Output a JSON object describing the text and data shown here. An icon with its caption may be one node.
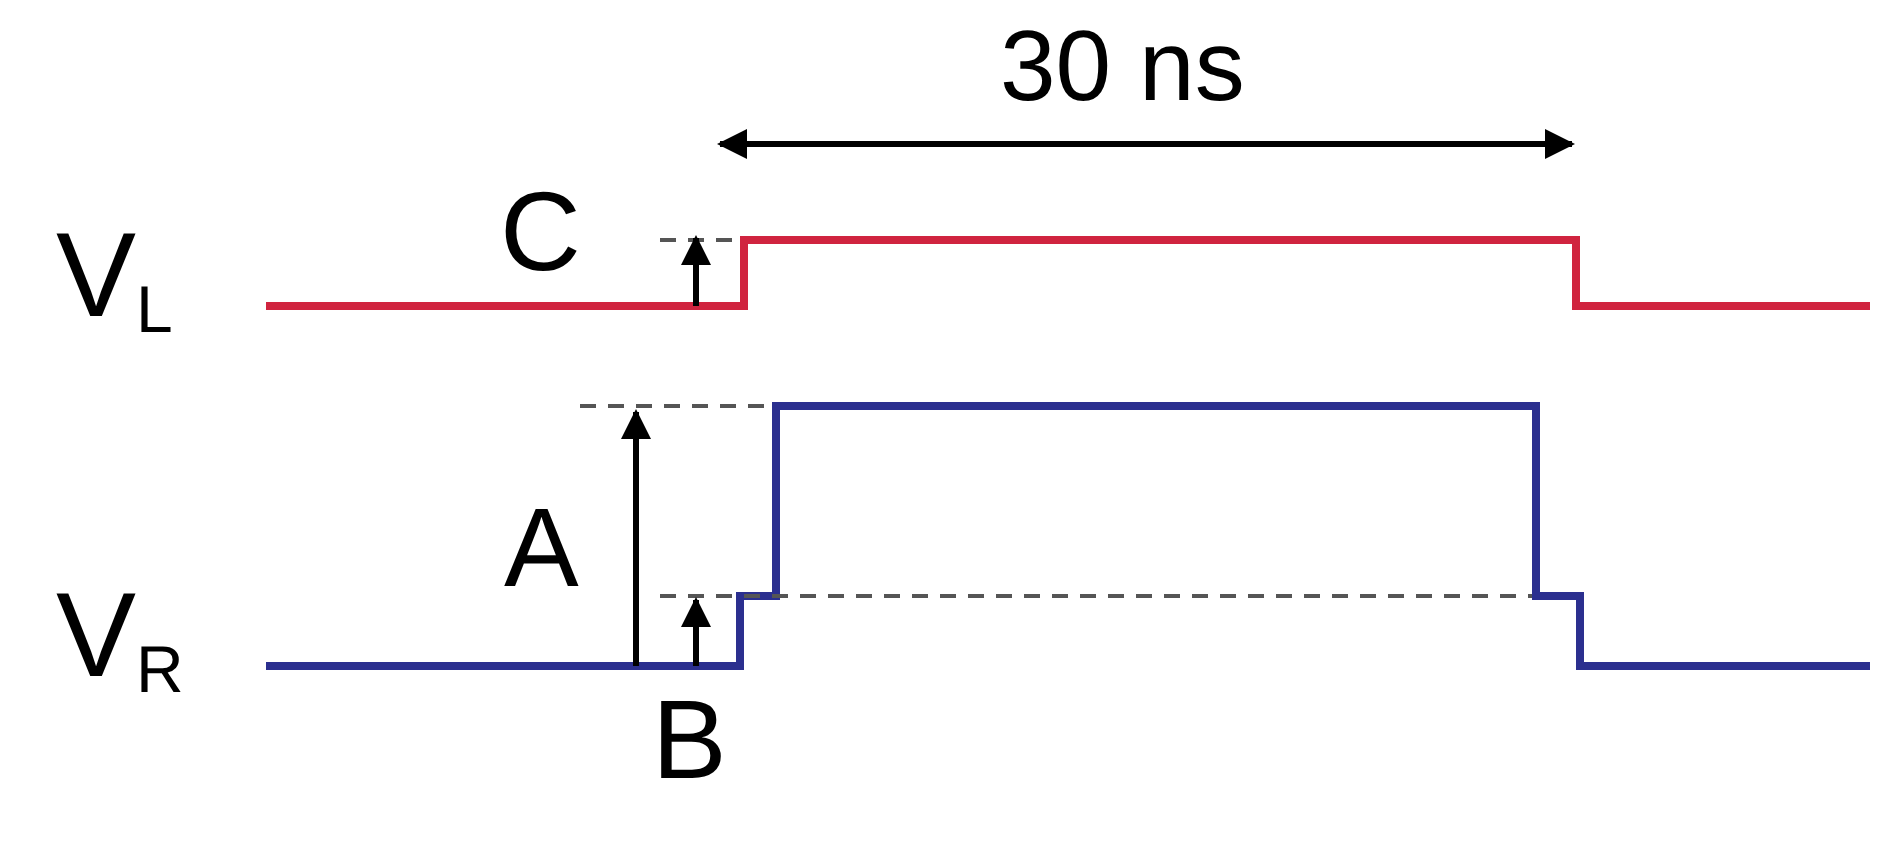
{
  "diagram": {
    "labels": [
      "30 ns",
      "V$_{L}$",
      "C",
      "A",
      "V$_{R}$",
      "B"
    ]
  }
}
